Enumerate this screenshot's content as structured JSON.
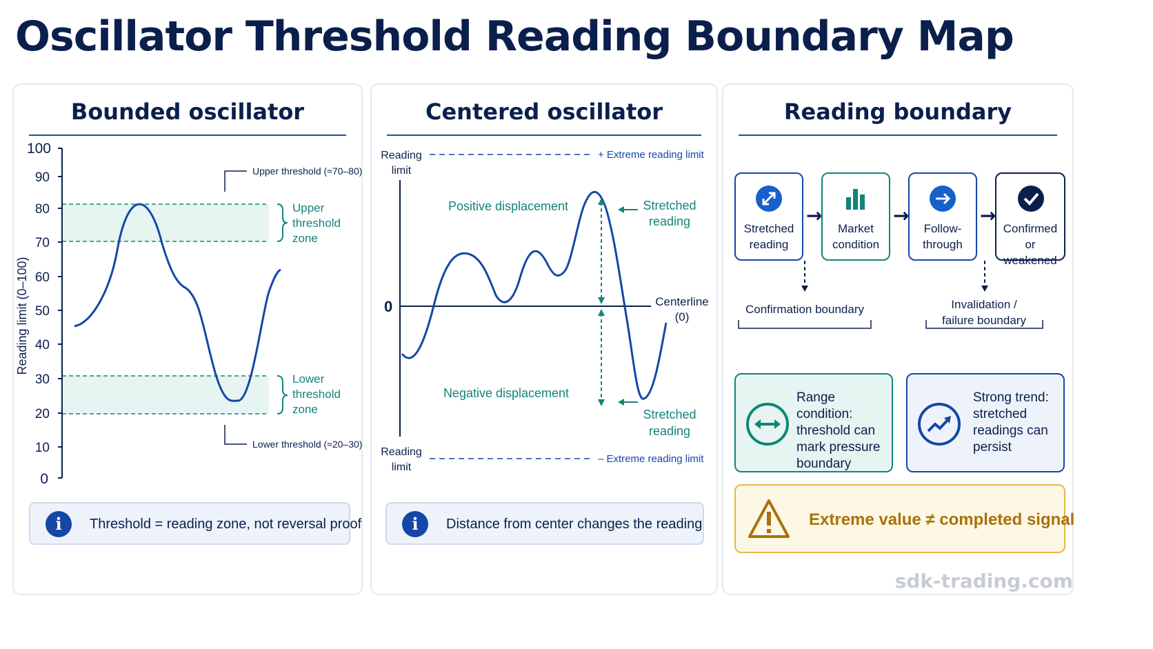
{
  "title": "Oscillator Threshold Reading Boundary Map",
  "colors": {
    "navy": "#0b1f4d",
    "blue": "#1447a6",
    "teal": "#12847a",
    "teal_fill": "#e6f4f2",
    "amber": "#a8720a"
  },
  "panel1": {
    "heading": "Bounded oscillator",
    "y_axis_label": "Reading limit (0–100)",
    "y_ticks": [
      "100",
      "90",
      "80",
      "70",
      "60",
      "50",
      "40",
      "30",
      "20",
      "10",
      "0"
    ],
    "upper_threshold_label": "Upper threshold (≈70–80)",
    "lower_threshold_label": "Lower threshold (≈20–30)",
    "upper_zone_lines": [
      "Upper",
      "threshold",
      "zone"
    ],
    "lower_zone_lines": [
      "Lower",
      "threshold",
      "zone"
    ],
    "info": "Threshold = reading zone, not reversal proof"
  },
  "panel2": {
    "heading": "Centered oscillator",
    "reading_limit_top": [
      "Reading",
      "limit"
    ],
    "reading_limit_bottom": [
      "Reading",
      "limit"
    ],
    "zero_label": "0",
    "extreme_top": "+ Extreme reading limit",
    "extreme_bottom": "– Extreme reading limit",
    "positive_label": "Positive displacement",
    "negative_label": "Negative displacement",
    "stretched_top": [
      "Stretched",
      "reading"
    ],
    "stretched_bottom": [
      "Stretched",
      "reading"
    ],
    "centerline": [
      "Centerline",
      "(0)"
    ],
    "info": "Distance from center changes the reading"
  },
  "panel3": {
    "heading": "Reading boundary",
    "steps": [
      {
        "label": "Stretched\nreading",
        "icon": "diagonal-arrows-icon"
      },
      {
        "label": "Market\ncondition",
        "icon": "bar-chart-icon"
      },
      {
        "label": "Follow-\nthrough",
        "icon": "arrow-right-icon"
      },
      {
        "label": "Confirmed or\nweakened",
        "icon": "checkmark-icon"
      }
    ],
    "arrow_glyph": "→",
    "confirmation_boundary": "Confirmation boundary",
    "invalidation_boundary": "Invalidation /\nfailure boundary",
    "range_card": "Range condition:\nthreshold can\nmark pressure\nboundary",
    "trend_card": "Strong trend:\nstretched\nreadings can\npersist",
    "warning": "Extreme value ≠ completed signal"
  },
  "footer": "sdk-trading.com"
}
